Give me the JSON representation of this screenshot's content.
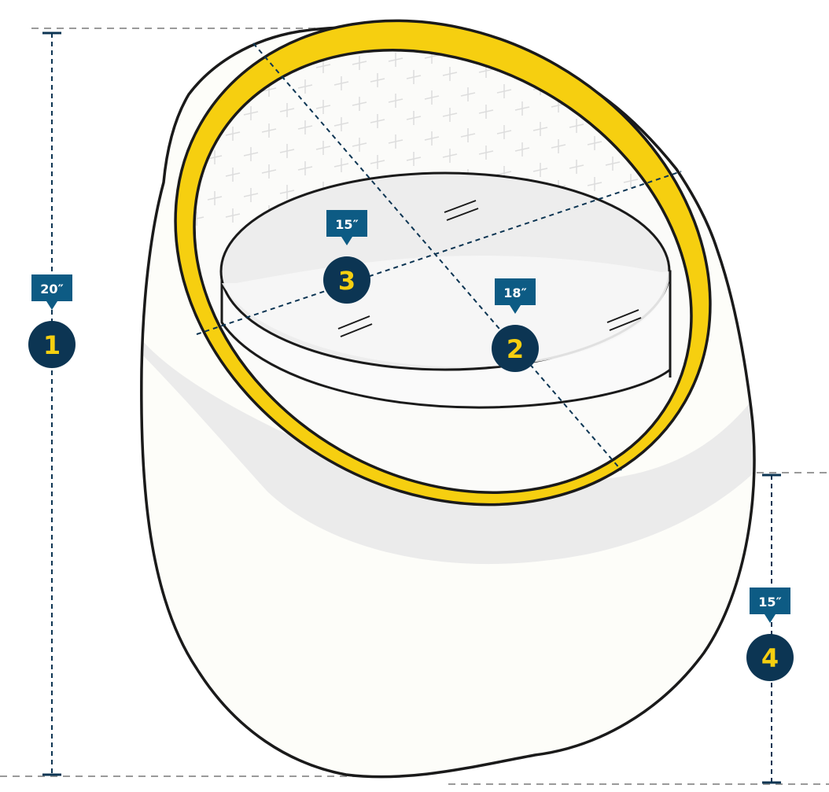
{
  "colors": {
    "navy": "#0c3553",
    "teal": "#0d5b84",
    "yellow": "#f6cf10",
    "outline": "#1a1a1a",
    "body_fill": "#fdfdf9",
    "shade": "#ebebeb",
    "guide": "#9a9a9a"
  },
  "measurements": [
    {
      "number": "1",
      "value": "20″"
    },
    {
      "number": "2",
      "value": "18″"
    },
    {
      "number": "3",
      "value": "15″"
    },
    {
      "number": "4",
      "value": "15″"
    }
  ]
}
